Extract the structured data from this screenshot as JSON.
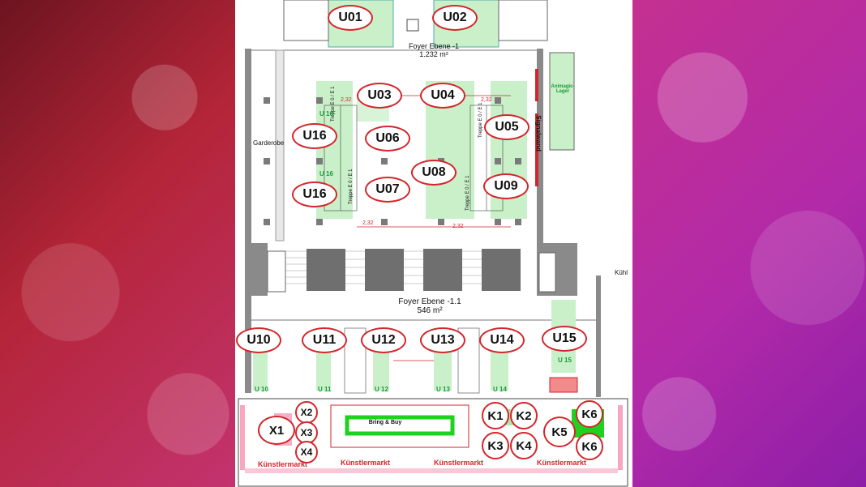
{
  "areas": {
    "foyer_1": {
      "name": "Foyer Ebene -1",
      "size": "1.232 m²"
    },
    "foyer_11": {
      "name": "Foyer Ebene -1.1",
      "size": "546 m²"
    },
    "garderobe": "Garderobe",
    "signalwand": "Signalwand",
    "kuehl": "Kühl",
    "animagic_lager": "Animagic-Lager",
    "bring_buy": "Bring & Buy",
    "kuenstlermarkt": "Künstlermarkt",
    "stair_labels": [
      "Treppe E 0 / E 1",
      "Treppe E 0 / E 1",
      "Treppe E 0 / E 1",
      "Treppe E 0 / E 1"
    ],
    "dim": "2,32"
  },
  "labels": {
    "U01": "U01",
    "U02": "U02",
    "U03": "U03",
    "U04": "U04",
    "U05": "U05",
    "U06": "U06",
    "U07": "U07",
    "U08": "U08",
    "U09": "U09",
    "U10": "U10",
    "U11": "U11",
    "U12": "U12",
    "U13": "U13",
    "U14": "U14",
    "U15": "U15",
    "U16a": "U16",
    "U16b": "U16",
    "K1": "K1",
    "K2": "K2",
    "K3": "K3",
    "K4": "K4",
    "K5": "K5",
    "K6a": "K6",
    "K6b": "K6",
    "X1": "X1",
    "X2": "X2",
    "X3": "X3",
    "X4": "X4"
  },
  "small_room_labels": {
    "u10": "U 10",
    "u11": "U 11",
    "u12": "U 12",
    "u13": "U 13",
    "u14": "U 14",
    "u15": "U 15",
    "u16a": "U 16",
    "u16b": "U 16"
  },
  "colors": {
    "green": "#c9f0c9",
    "label_border": "#d3262c",
    "wall": "#7a7a7a",
    "exit": "#22a33a"
  }
}
